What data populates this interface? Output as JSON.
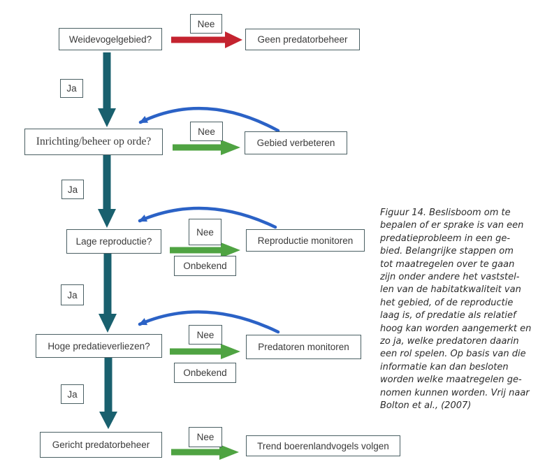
{
  "figure": {
    "caption": "Figuur 14. Beslisboom om te\nbepalen of er sprake is van een\npredatieprobleem in een ge-\nbied. Belangrijke stappen om\ntot maatregelen over te gaan\nzijn onder andere het vaststel-\nlen van de habitatkwaliteit van\nhet gebied, of de reproductie\nlaag is, of predatie als relatief\nhoog kan worden aangemerkt en\nzo ja, welke predatoren daarin\neen rol spelen. Op basis van die\ninformatie kan dan besloten\nworden welke maatregelen ge-\nnomen kunnen worden. Vrij naar\nBolton et al., (2007)"
  },
  "flowchart": {
    "steps": [
      {
        "question": "Weidevogelgebied?",
        "no_label": "Nee",
        "no_result": "Geen predatorbeheer",
        "yes_label": "Ja"
      },
      {
        "question": "Inrichting/beheer op orde?",
        "no_label": "Nee",
        "no_result": "Gebied verbeteren",
        "yes_label": "Ja"
      },
      {
        "question": "Lage reproductie?",
        "no_label": "Nee",
        "unknown_label": "Onbekend",
        "no_result": "Reproductie monitoren",
        "yes_label": "Ja"
      },
      {
        "question": "Hoge predatieverliezen?",
        "no_label": "Nee",
        "unknown_label": "Onbekend",
        "no_result": "Predatoren monitoren",
        "yes_label": "Ja"
      },
      {
        "question": "Gericht predatorbeheer",
        "no_label": "Nee",
        "no_result": "Trend boerenlandvogels volgen"
      }
    ]
  },
  "colors": {
    "yes_arrow_teal": "#19606e",
    "stop_arrow_red": "#c4232f",
    "no_arrow_green": "#4fa342",
    "feedback_arrow_blue": "#2b62c6",
    "box_border": "#4a5f63",
    "box_text": "#3a3a3a",
    "caption_text": "#2b2b2b"
  }
}
